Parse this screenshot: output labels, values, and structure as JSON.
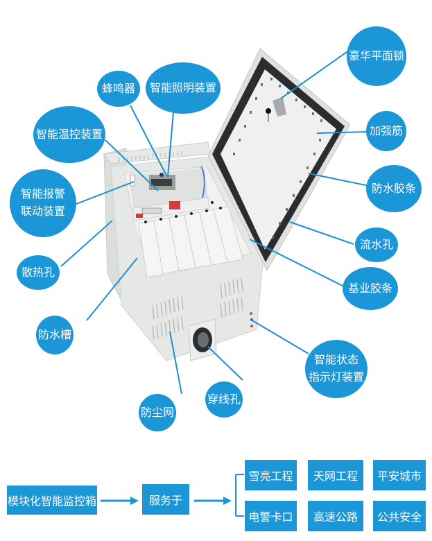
{
  "diagram": {
    "subject": "模块化智能监控箱",
    "colors": {
      "accent": "#1b96d7",
      "background": "#ffffff",
      "cabinet": "#e4e6e4",
      "gasket": "#2a2c30"
    },
    "callouts": [
      {
        "id": "lock",
        "lines": [
          "豪华平面锁"
        ]
      },
      {
        "id": "buzzer",
        "lines": [
          "蜂鸣器"
        ]
      },
      {
        "id": "lighting",
        "lines": [
          "智能照明装置"
        ]
      },
      {
        "id": "temp",
        "lines": [
          "智能温控装置"
        ]
      },
      {
        "id": "rib",
        "lines": [
          "加强筋"
        ]
      },
      {
        "id": "alarm",
        "lines": [
          "智能报警",
          "联动装置"
        ]
      },
      {
        "id": "waterproof-strip",
        "lines": [
          "防水胶条"
        ]
      },
      {
        "id": "drain",
        "lines": [
          "流水孔"
        ]
      },
      {
        "id": "vent",
        "lines": [
          "散热孔"
        ]
      },
      {
        "id": "base-strip",
        "lines": [
          "基业胶条"
        ]
      },
      {
        "id": "water-groove",
        "lines": [
          "防水槽"
        ]
      },
      {
        "id": "status-light",
        "lines": [
          "智能状态",
          "指示灯装置"
        ]
      },
      {
        "id": "cable-hole",
        "lines": [
          "穿线孔"
        ]
      },
      {
        "id": "dust-net",
        "lines": [
          "防尘网"
        ]
      }
    ]
  },
  "flow": {
    "source": "模块化智能监控箱",
    "middle": "服务于",
    "targets": [
      [
        "雪亮工程",
        "天网工程",
        "平安城市"
      ],
      [
        "电警卡口",
        "高速公路",
        "公共安全"
      ]
    ]
  }
}
